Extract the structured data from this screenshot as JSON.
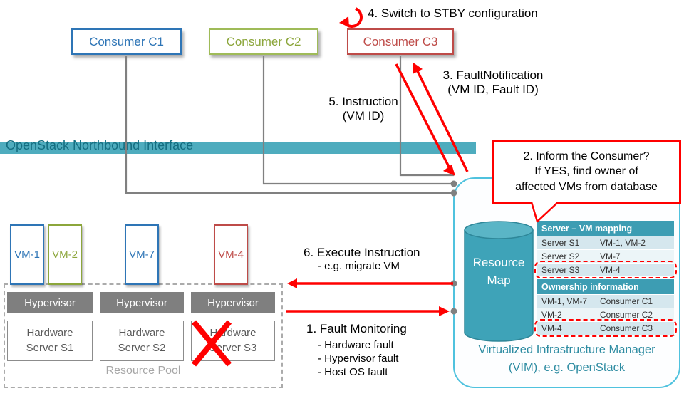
{
  "palette": {
    "consumer_blue": "#2E75B6",
    "consumer_green": "#9FBB58",
    "consumer_red": "#BE4B48",
    "arrow_red": "#FF0000",
    "teal_bar": "#4EACBE",
    "teal_text": "#146E81",
    "table_header_teal": "#3D9DB3",
    "vim_border_blue": "#4FC2DE",
    "connector_gray": "#808080"
  },
  "top": {
    "step4_label": "4. Switch to STBY configuration"
  },
  "consumers": [
    {
      "label": "Consumer C1"
    },
    {
      "label": "Consumer C2"
    },
    {
      "label": "Consumer C3"
    }
  ],
  "northbound": {
    "label": "OpenStack Northbound Interface"
  },
  "messages": {
    "step3_line1": "3. FaultNotification",
    "step3_line2": "(VM ID, Fault ID)",
    "step5_line1": "5. Instruction",
    "step5_line2": "(VM ID)",
    "step2_line1": "2. Inform the Consumer?",
    "step2_line2": "If YES, find owner of",
    "step2_line3": "affected VMs from database",
    "step6_line1": "6. Execute Instruction",
    "step6_line2": "- e.g. migrate VM",
    "step1_title": "1. Fault Monitoring",
    "step1_item1": "- Hardware fault",
    "step1_item2": "- Hypervisor fault",
    "step1_item3": "- Host OS fault"
  },
  "resource_pool": {
    "label": "Resource Pool",
    "vms": [
      {
        "label": "VM-1"
      },
      {
        "label": "VM-2"
      },
      {
        "label": "VM-7"
      },
      {
        "label": "VM-4"
      }
    ],
    "hypervisors": [
      {
        "label": "Hypervisor"
      },
      {
        "label": "Hypervisor"
      },
      {
        "label": "Hypervisor"
      }
    ],
    "servers": [
      {
        "label": "Hardware Server S1"
      },
      {
        "label": "Hardware Server S2"
      },
      {
        "label": "Hardware Server S3"
      }
    ]
  },
  "vim": {
    "cylinder_line1": "Resource",
    "cylinder_line2": "Map",
    "caption_line1": "Virtualized Infrastructure Manager",
    "caption_line2": "(VIM), e.g. OpenStack",
    "mapping_table": {
      "header": "Server – VM mapping",
      "rows": [
        {
          "c1": "Server S1",
          "c2": "VM-1, VM-2"
        },
        {
          "c1": "Server S2",
          "c2": "VM-7"
        },
        {
          "c1": "Server S3",
          "c2": "VM-4"
        }
      ]
    },
    "ownership_table": {
      "header": "Ownership information",
      "rows": [
        {
          "c1": "VM-1, VM-7",
          "c2": "Consumer C1"
        },
        {
          "c1": "VM-2",
          "c2": "Consumer C2"
        },
        {
          "c1": "VM-4",
          "c2": "Consumer C3"
        }
      ]
    }
  }
}
